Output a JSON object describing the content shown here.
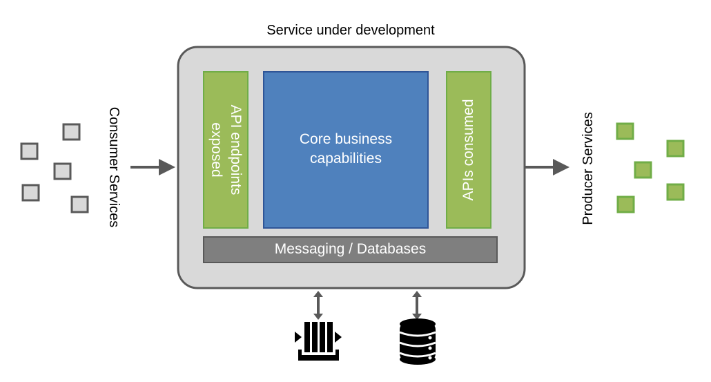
{
  "diagram": {
    "title": "Service under development",
    "consumer_label": "Consumer Services",
    "producer_label": "Producer Services",
    "api_endpoints_label": "API endpoints exposed",
    "core_label": "Core business capabilities",
    "apis_consumed_label": "APIs consumed",
    "messaging_label": "Messaging / Databases"
  },
  "colors": {
    "container_fill": "#d9d9d9",
    "container_border": "#595959",
    "green": "#9bbb59",
    "green_border": "#70ad47",
    "blue": "#4f81bd",
    "blue_border": "#2f5597",
    "messaging_fill": "#7f7f7f",
    "arrow": "#595959"
  },
  "icons": {
    "queue": "message-queue-icon",
    "database": "database-icon"
  }
}
